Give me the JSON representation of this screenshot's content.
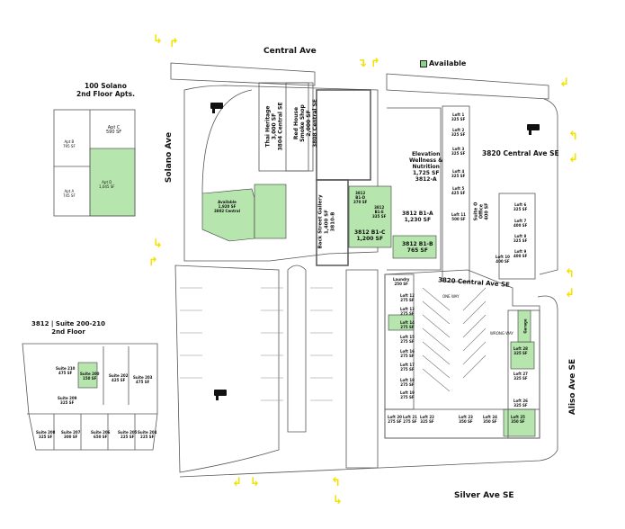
{
  "streets": {
    "central": "Central Ave",
    "solano": "Solano Ave",
    "aliso": "Aliso Ave SE",
    "silver": "Silver Ave SE",
    "lot_north": "3820 Central Ave SE",
    "lot_south": "3820 Central Ave SE"
  },
  "legend": {
    "label": "Available",
    "color": "#9fdc98"
  },
  "colors": {
    "available": "#b6e6ae",
    "arrow": "#f2e200",
    "line": "#555555"
  },
  "solano_apts": {
    "title": "100 Solano\n2nd Floor Apts.",
    "units": [
      "Apt C\n590 SF",
      "Apt B\n795 SF",
      "Apt A\n745 SF",
      "Apt D\n1,045 SF"
    ]
  },
  "suite_plan": {
    "title": "3812 | Suite 200-210\n2nd Floor",
    "units": [
      "Suite 210\n475 SF",
      "Suite 200\n150 SF",
      "Suite 202\n425 SF",
      "Suite 203\n475 SF",
      "Suite 209\n325 SF",
      "Suite 208\n325 SF",
      "Suite 207\n300 SF",
      "Suite 206\n650 SF",
      "Suite 205\n225 SF",
      "Suite 204\n225 SF"
    ]
  },
  "tenants": {
    "thai": "Thai Heritage\n3,000 SF\n3804 Central SE",
    "red_house": "Red House\nSmoke Shop\n2,000 SF\n3808 Central SE",
    "back_street": "Back Street Gallery\n1,400 SF\n3810-B",
    "available_3802": "Available\n1,920 SF\n3802 Central",
    "b1d": "3812\nB1-D\n370 SF",
    "b1e": "3812\nB1-E\n335 SF",
    "b1c": "3812 B1-C\n1,200 SF",
    "b1a": "3812 B1-A\n1,230 SF",
    "b1b": "3812 B1-B\n765 SF",
    "elevation": "Elevation\nWellness &\nNutrition\n1,725 SF\n3812-A",
    "suite_o": "Suite O\nOffice\n400 SF"
  },
  "lofts_north": [
    "Loft 1\n325 SF",
    "Loft 2\n325 SF",
    "Loft 3\n325 SF",
    "Loft 4\n325 SF",
    "Loft 5\n425 SF",
    "Loft 11\n500 SF",
    "Loft 6\n325 SF",
    "Loft 7\n400 SF",
    "Loft 8\n325 SF",
    "Loft 9\n400 SF",
    "Loft 10\n400 SF"
  ],
  "lofts_south": [
    "Laundry\n250 SF",
    "Loft 12\n275 SF",
    "Loft 13\n275 SF",
    "Loft 14\n275 SF",
    "Loft 15\n275 SF",
    "Loft 16\n275 SF",
    "Loft 17\n275 SF",
    "Loft 18\n275 SF",
    "Loft 19\n275 SF",
    "Loft 20\n275 SF",
    "Loft 21\n275 SF",
    "Loft 22\n325 SF",
    "Loft 23\n350 SF",
    "Loft 24\n350 SF",
    "Loft 25\n350 SF",
    "Loft 26\n325 SF",
    "Loft 27\n325 SF",
    "Loft 28\n325 SF",
    "Garage"
  ],
  "lot_signs": {
    "one_way": "ONE WAY",
    "wrong_way": "WRONG WAY"
  },
  "icons": {
    "truck": "food-truck-icon",
    "arrow": "traffic-arrow-icon"
  }
}
